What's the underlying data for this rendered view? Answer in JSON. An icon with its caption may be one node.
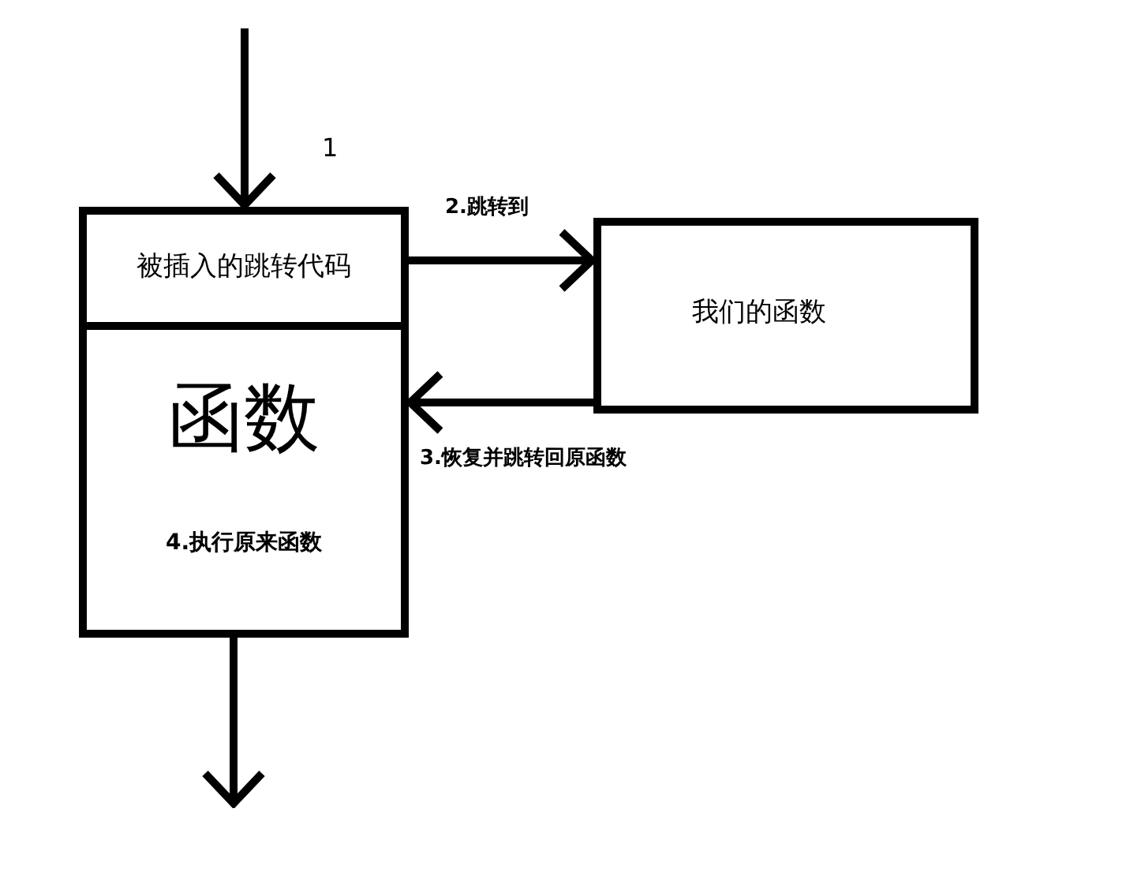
{
  "diagram": {
    "nodes": [
      {
        "text": [
          "函数",
          "4.执行原来函数"
        ]
      },
      {
        "text": [
          "被插入的跳转代码"
        ],
        "in": 0
      },
      {
        "text": [
          "我们的函数"
        ]
      }
    ],
    "edges": [
      {
        "from": null,
        "to": 1,
        "arrow": "to",
        "label": "1"
      },
      {
        "from": 1,
        "to": 2,
        "arrow": "to",
        "label": "2.跳转到"
      },
      {
        "from": 2,
        "to": 0,
        "arrow": "to",
        "label": "3.恢复并跳转回原函数"
      },
      {
        "from": 0,
        "to": null,
        "arrow": "to"
      }
    ]
  }
}
